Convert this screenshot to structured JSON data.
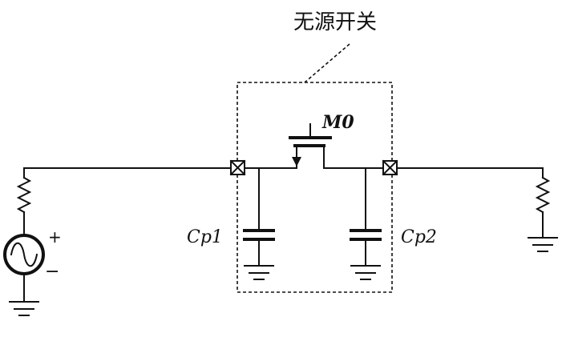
{
  "diagram": {
    "title": "无源开关",
    "transistor_label": "M0",
    "cap_left_label": "Cp1",
    "cap_right_label": "Cp2",
    "source_plus": "+",
    "source_minus": "−"
  }
}
